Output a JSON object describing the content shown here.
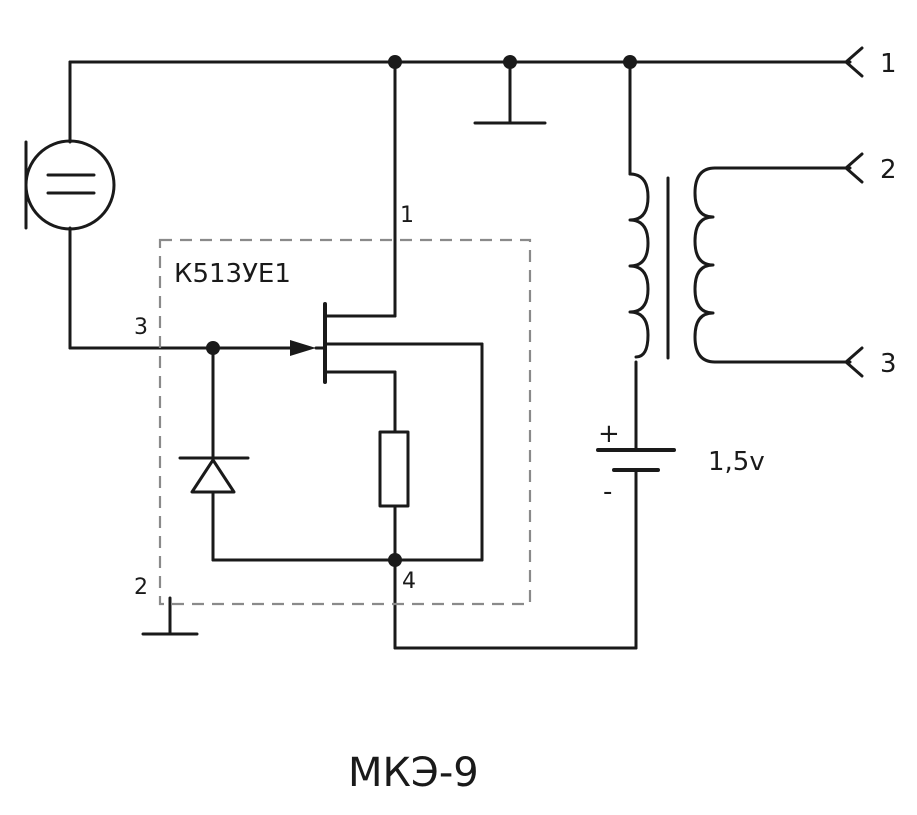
{
  "title": "МКЭ-9",
  "chip_label": "К513УЕ1",
  "battery": {
    "voltage": "1,5v",
    "plus": "+",
    "minus": "-"
  },
  "terminals": {
    "out1": "1",
    "out2": "2",
    "out3": "3"
  },
  "chip_pins": {
    "pin1": "1",
    "pin2": "2",
    "pin3": "3",
    "pin4": "4"
  }
}
